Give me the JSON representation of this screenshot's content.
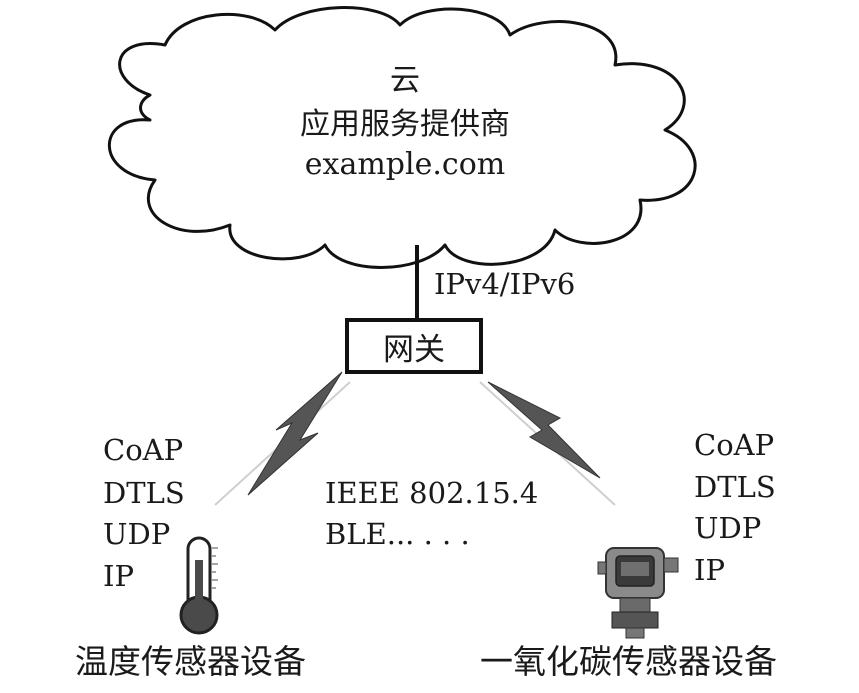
{
  "cloud": {
    "line1": "云",
    "line2": "应用服务提供商",
    "line3": "example.com"
  },
  "uplink": {
    "label": "IPv4/IPv6"
  },
  "gateway": {
    "label": "网关"
  },
  "wireless": {
    "line1": "IEEE 802.15.4",
    "line2": "BLE... . . ."
  },
  "left_device": {
    "stack": [
      "CoAP",
      "DTLS",
      "UDP",
      "IP"
    ],
    "name": "温度传感器设备",
    "icon": "thermometer-icon"
  },
  "right_device": {
    "stack": [
      "CoAP",
      "DTLS",
      "UDP",
      "IP"
    ],
    "name": "一氧化碳传感器设备",
    "icon": "co-sensor-icon"
  },
  "colors": {
    "line": "#111111",
    "bolt": "#5a5a5a",
    "faint": "#cccccc"
  }
}
